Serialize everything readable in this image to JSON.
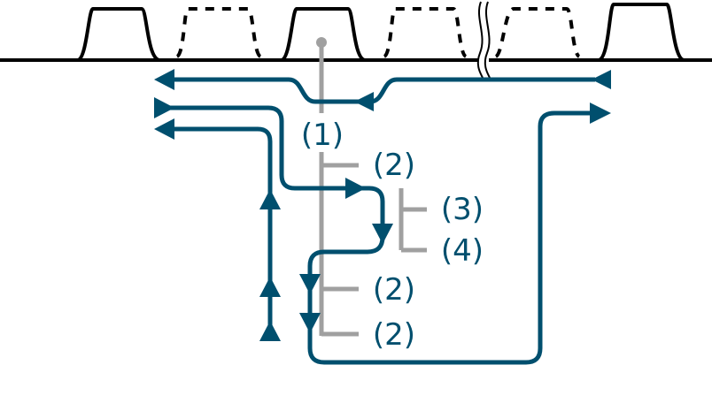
{
  "labels": {
    "l1": "(1)",
    "l2a": "(2)",
    "l3": "(3)",
    "l4": "(4)",
    "l2b": "(2)",
    "l2c": "(2)"
  },
  "colors": {
    "flow": "#004f6e",
    "stem": "#a0a0a0",
    "signal": "#000000"
  }
}
